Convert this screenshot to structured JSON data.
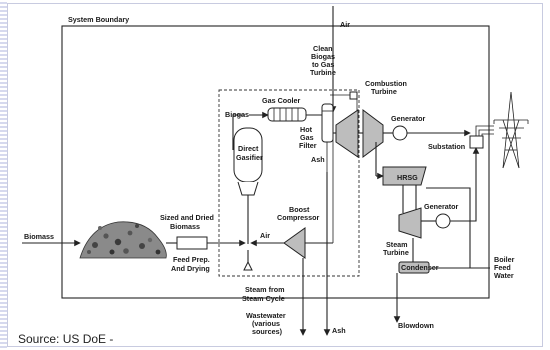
{
  "diagram": {
    "system_boundary": "System Boundary",
    "air_top": "Air",
    "clean_biogas": [
      "Clean",
      "Biogas",
      "to Gas",
      "Turbine"
    ],
    "combustion_turbine": [
      "Combustion",
      "Turbine"
    ],
    "biogas": "Biogas",
    "gas_cooler": "Gas Cooler",
    "hot_gas_filter": [
      "Hot",
      "Gas",
      "Filter"
    ],
    "generator_top": "Generator",
    "substation": "Substation",
    "direct_gasifier": [
      "Direct",
      "Gasifier"
    ],
    "ash_mid": "Ash",
    "hrsg": "HRSG",
    "boost_compressor": [
      "Boost",
      "Compressor"
    ],
    "generator_bottom": "Generator",
    "biomass": "Biomass",
    "sized_dried_biomass": [
      "Sized and Dried",
      "Biomass"
    ],
    "air_mid": "Air",
    "feed_prep": [
      "Feed Prep.",
      "And Drying"
    ],
    "steam_turbine": [
      "Steam",
      "Turbine"
    ],
    "condenser": "Condenser",
    "boiler_feed_water": [
      "Boiler",
      "Feed",
      "Water"
    ],
    "steam_from_cycle": [
      "Steam from",
      "Steam Cycle"
    ],
    "wastewater": [
      "Wastewater",
      "(various",
      "sources)"
    ],
    "ash_bottom": "Ash",
    "blowdown": "Blowdown"
  },
  "caption": "Source: US DoE -"
}
